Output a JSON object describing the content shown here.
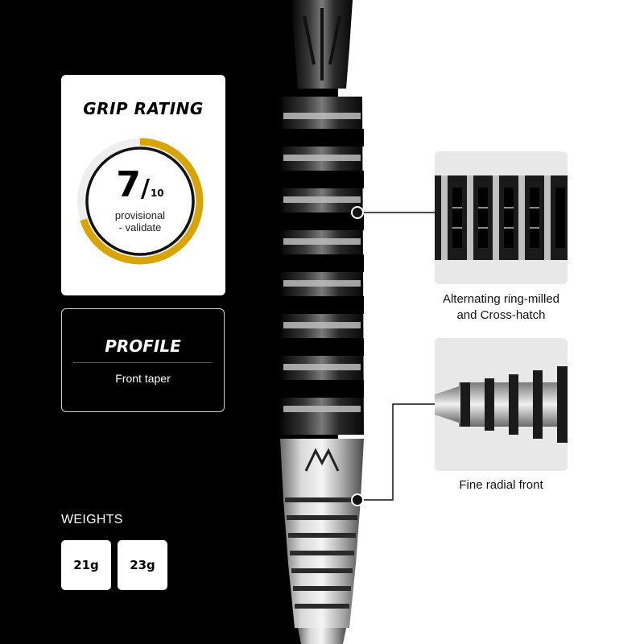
{
  "grip": {
    "title": "GRIP RATING",
    "score": "7",
    "max": "10",
    "rating_fraction": 0.7,
    "note_line1": "provisional",
    "note_line2": "- validate",
    "accent_color": "#D9A400"
  },
  "profile": {
    "title": "PROFILE",
    "value": "Front taper"
  },
  "weights": {
    "title": "WEIGHTS",
    "options": [
      "21g",
      "23g"
    ]
  },
  "details": [
    {
      "caption_line1": "Alternating ring-milled",
      "caption_line2": "and Cross-hatch"
    },
    {
      "caption_line1": "Fine radial front",
      "caption_line2": ""
    }
  ],
  "colors": {
    "background_dark": "#000000",
    "background_light": "#FFFFFF",
    "barrel_dark": "#1a1a1a",
    "barrel_silver": "#c8c8c8"
  }
}
